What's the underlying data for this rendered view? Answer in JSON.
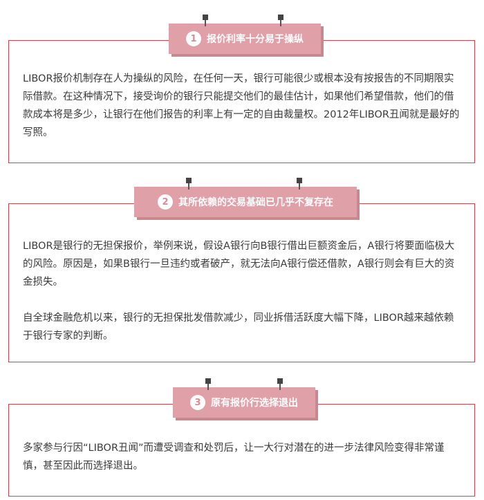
{
  "sections": [
    {
      "number": "1",
      "title": "报价利率十分易于操纵",
      "paragraphs": [
        "LIBOR报价机制存在人为操纵的风险，在任何一天，银行可能很少或根本没有按报告的不同期限实际借款。在这种情况下，接受询价的银行只能提交他们的最佳估计，如果他们希望借款，他们的借款成本将是多少，让银行在他们报告的利率上有一定的自由裁量权。2012年LIBOR丑闻就是最好的写照。"
      ]
    },
    {
      "number": "2",
      "title": "其所依赖的交易基础已几乎不复存在",
      "paragraphs": [
        "LIBOR是银行的无担保报价，举例来说，假设A银行向B银行借出巨额资金后，A银行将要面临极大的风险。原因是，如果B银行一旦违约或者破产，就无法向A银行偿还借款，A银行则会有巨大的资金损失。",
        "自全球金融危机以来，银行的无担保批发借款减少，同业拆借活跃度大幅下降，LIBOR越来越依赖于银行专家的判断。"
      ]
    },
    {
      "number": "3",
      "title": "原有报价行选择退出",
      "paragraphs": [
        "多家参与行因“LIBOR丑闻”而遭受调查和处罚后，让一大行对潜在的进一步法律风险变得非常谨慎，甚至因此而选择退出。"
      ]
    }
  ],
  "colors": {
    "tab_fill": "#e0a0a8",
    "tab_shadow": "#c98790",
    "border": "#c9464f",
    "number_text": "#d98b96",
    "body_text": "#3a3a3a"
  }
}
